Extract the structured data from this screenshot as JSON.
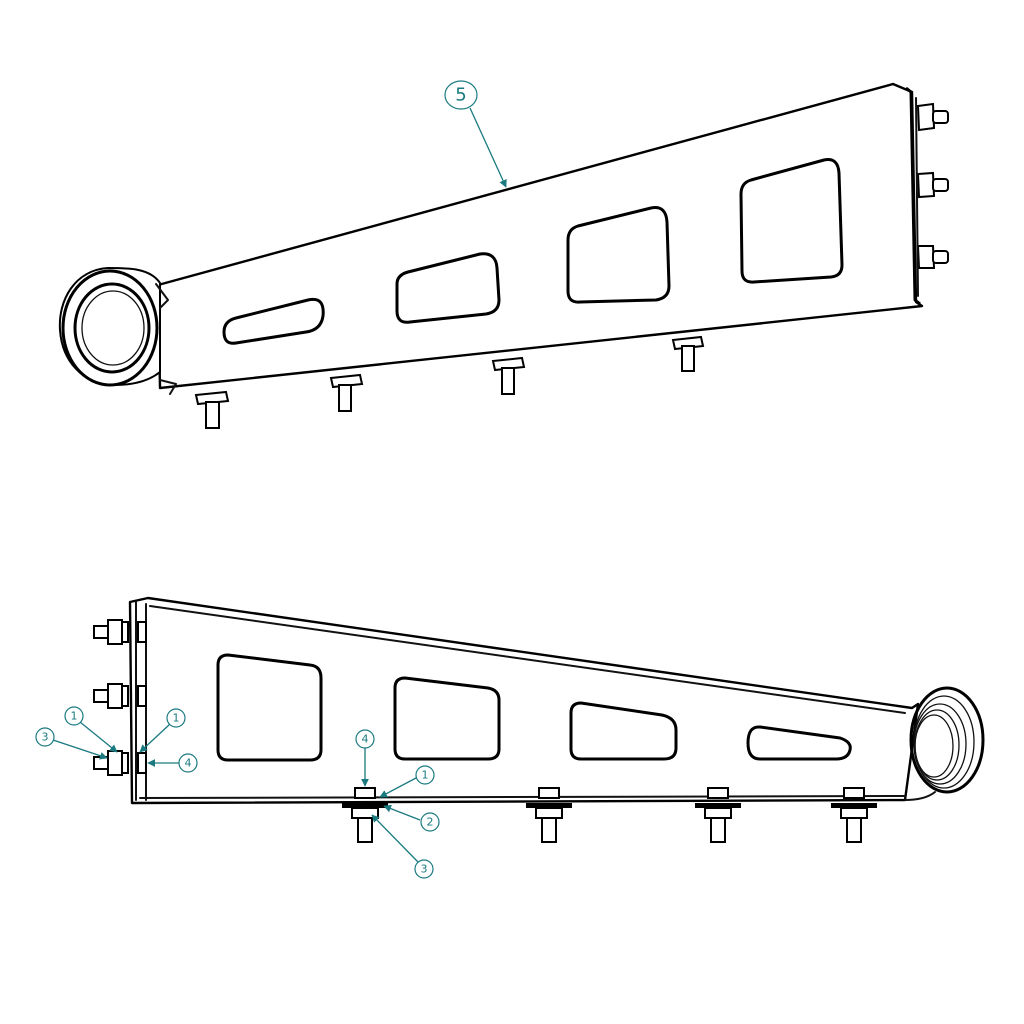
{
  "drawing": {
    "colors": {
      "line": "#000000",
      "callout": "#1a7a80",
      "background": "#ffffff"
    }
  },
  "callouts": {
    "iso": {
      "label": "5"
    },
    "side": [
      {
        "label": "1"
      },
      {
        "label": "1"
      },
      {
        "label": "3"
      },
      {
        "label": "4"
      },
      {
        "label": "4"
      },
      {
        "label": "1"
      },
      {
        "label": "2"
      },
      {
        "label": "3"
      }
    ]
  }
}
